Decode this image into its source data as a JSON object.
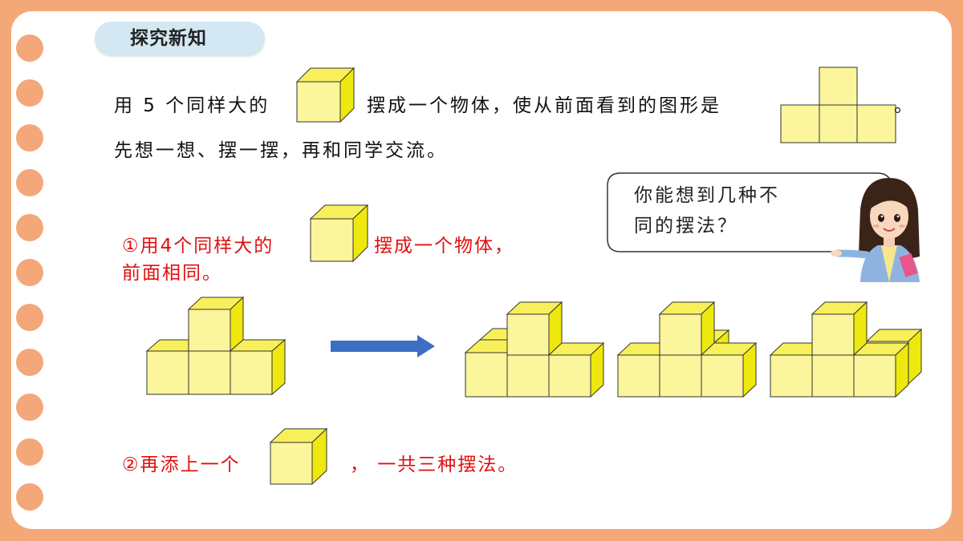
{
  "header": {
    "title": "探究新知"
  },
  "task": {
    "line1_a": "用 5 个同样大的",
    "line1_b": "摆成一个物体，使从前面看到的图形是",
    "line1_end": "。",
    "line2": "先想一想、摆一摆，再和同学交流。"
  },
  "step1": {
    "line_a": "①用4个同样大的",
    "line_b": "摆成一个物体，",
    "line_c": "前面相同。"
  },
  "step2": {
    "line_a": "②再添上一个",
    "line_b": "，  一共三种摆法。"
  },
  "speech": {
    "line1": "你能想到几种不",
    "line2": "同的摆法？"
  },
  "colors": {
    "cube_front": "#fbf59b",
    "cube_top": "#f8f05a",
    "cube_side": "#eee80f",
    "arrow": "#3c6fc2",
    "accent_red": "#e01010",
    "badge": "#d3e8f2",
    "frame": "#f5a877"
  },
  "icons": {
    "cube": "cube-icon",
    "arrow": "arrow-right-icon",
    "teacher": "teacher-avatar"
  }
}
